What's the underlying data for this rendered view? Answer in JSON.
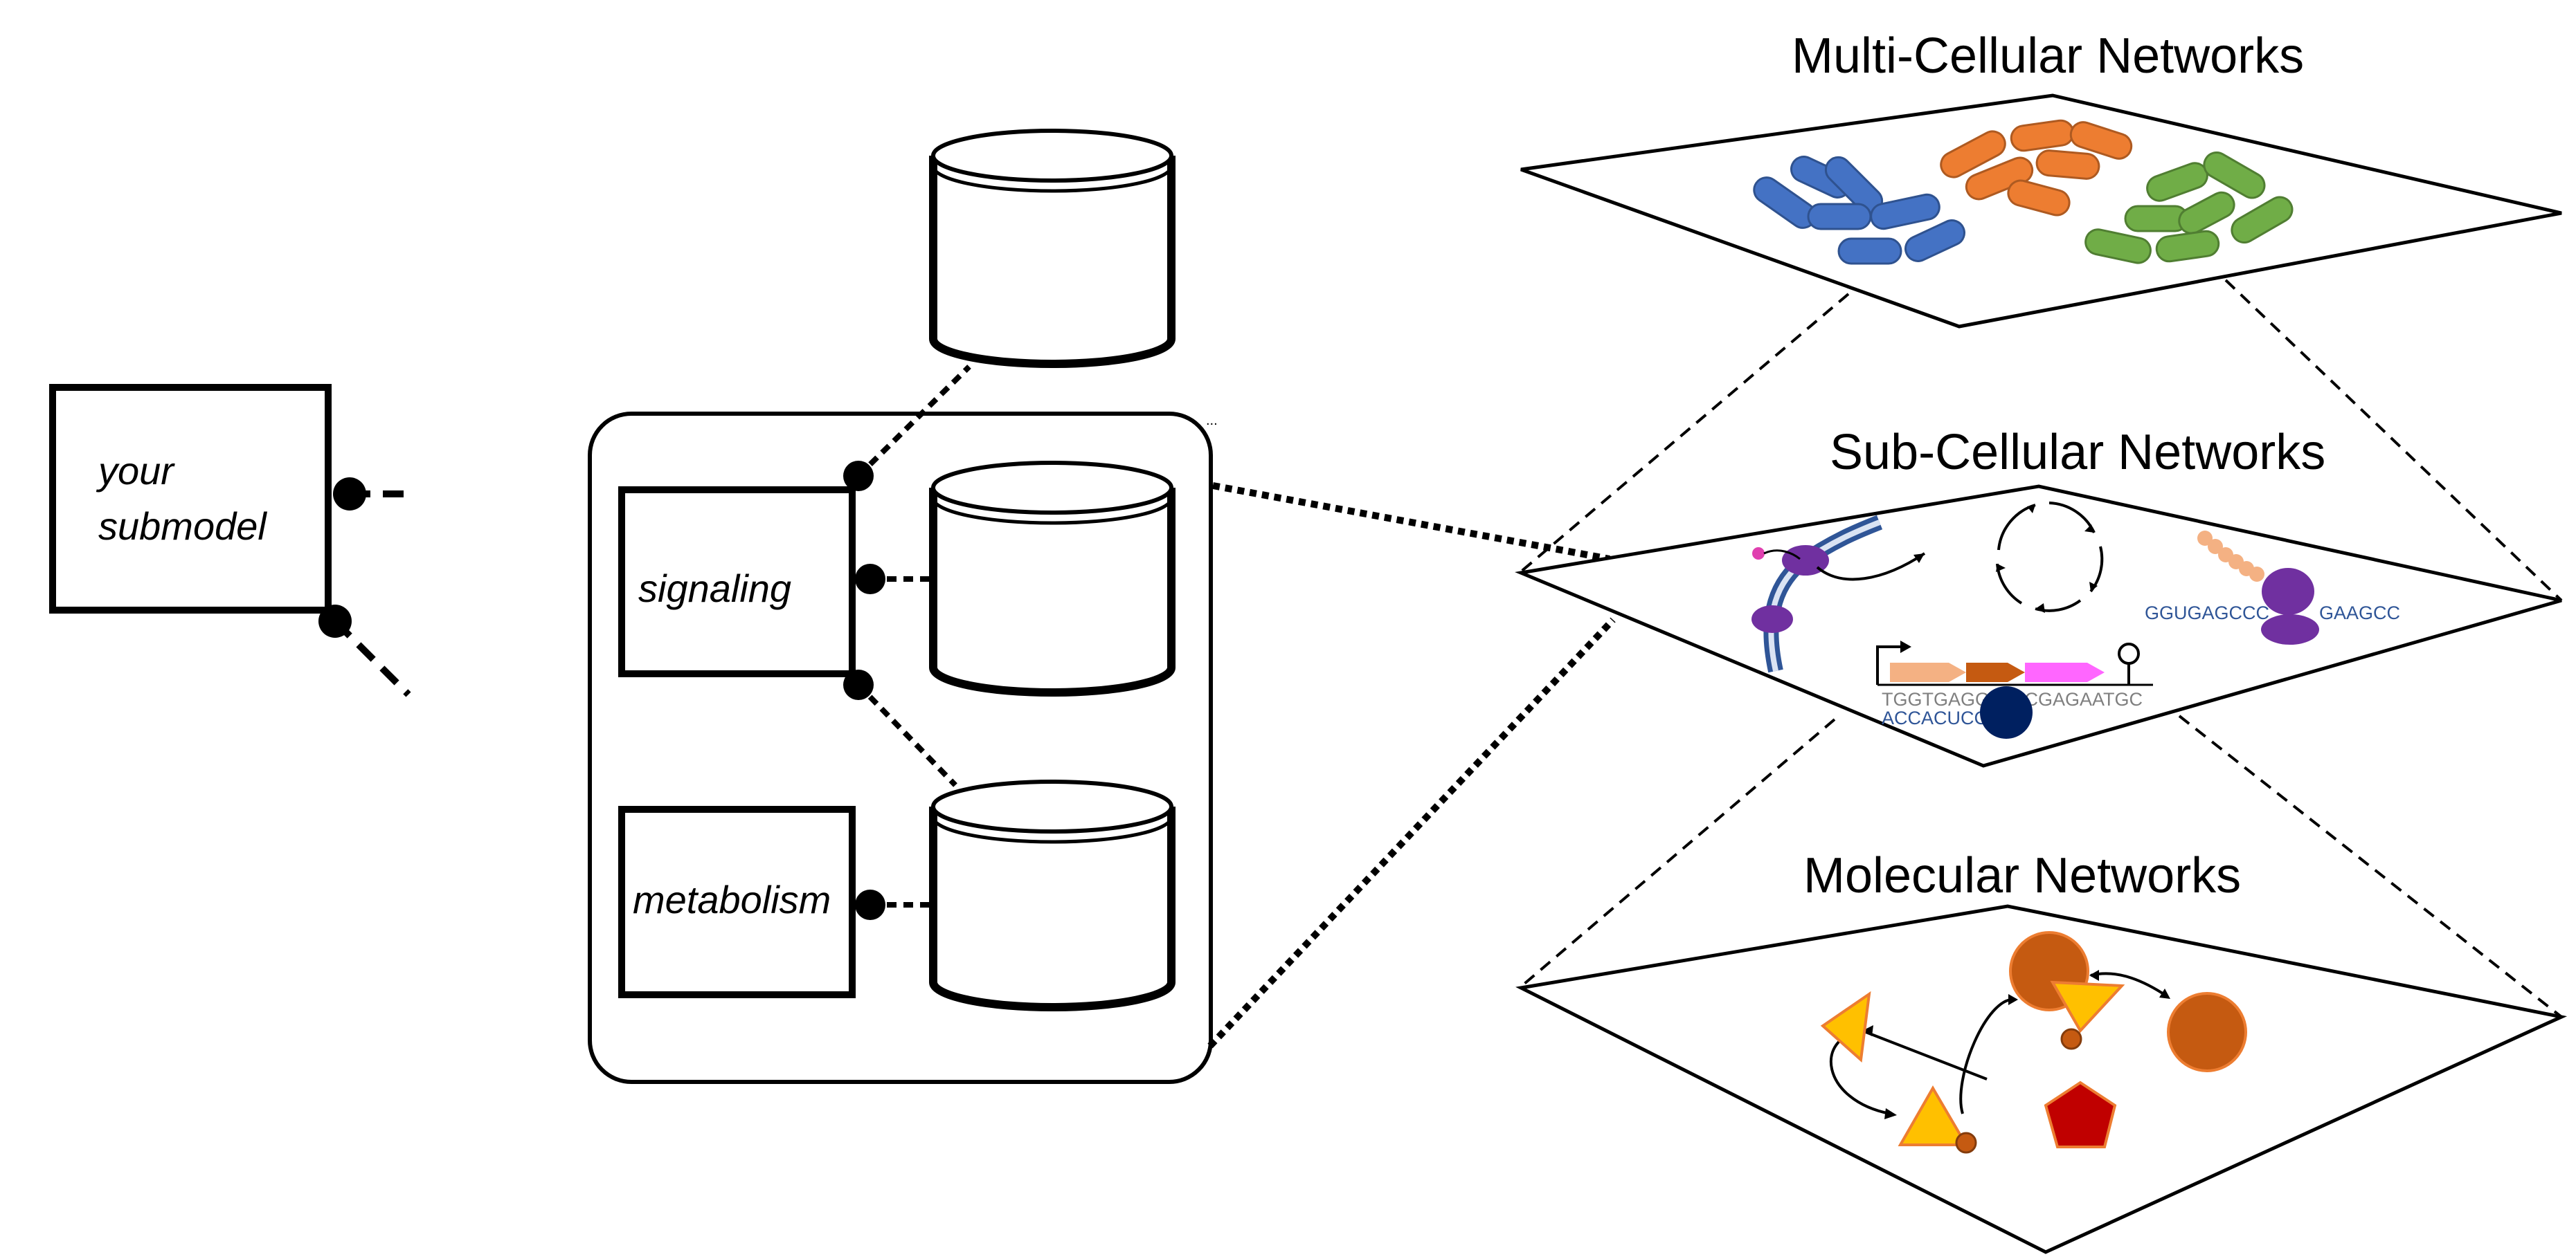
{
  "submodel": {
    "label_line1": "your",
    "label_line2": "submodel"
  },
  "submodels": [
    {
      "label": "signaling"
    },
    {
      "label": "metabolism"
    }
  ],
  "ellipsis": "...",
  "layers": [
    {
      "title": "Multi-Cellular Networks"
    },
    {
      "title": "Sub-Cellular Networks"
    },
    {
      "title": "Molecular Networks"
    }
  ],
  "sequences": {
    "rna": "GGUGAGCCC",
    "rna2": "GAAGCC",
    "dna_top_a": "TGGTGAGG",
    "dna_top_b": "TCGAGAATGC",
    "dna_bottom": "ACCACUCC"
  },
  "colors": {
    "cell_blue": "#4472c4",
    "cell_orange": "#ed7d31",
    "cell_green": "#70ad47",
    "protein_purple": "#7030a0",
    "rna_blue": "#2f5597",
    "molecule_orange": "#c55a11",
    "molecule_yellow": "#ffc000",
    "molecule_red": "#c00000",
    "ribosome_navy": "#002060"
  }
}
